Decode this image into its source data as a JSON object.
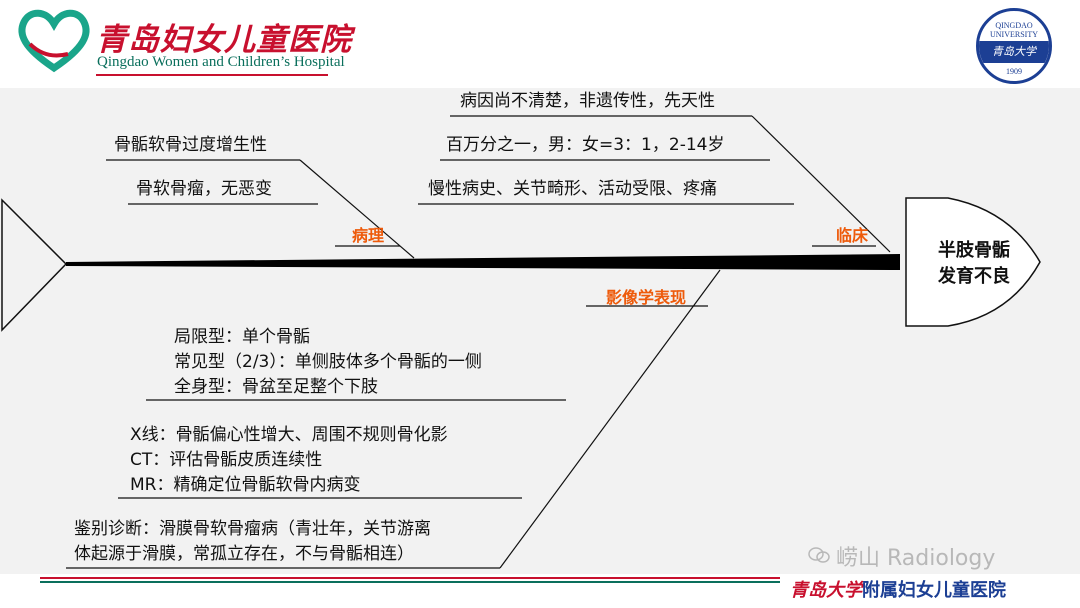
{
  "header": {
    "logo_zh": "青岛妇女儿童医院",
    "logo_en": "Qingdao Women and Children’s Hospital",
    "seal_top": "QINGDAO UNIVERSITY",
    "seal_mid": "青岛大学",
    "seal_year": "1909"
  },
  "diagram": {
    "head": {
      "line1": "半肢骨骺",
      "line2": "发育不良"
    },
    "categories": {
      "pathology": "病理",
      "clinical": "临床",
      "imaging": "影像学表现"
    },
    "pathology_items": [
      "骨骺软骨过度增生性",
      "骨软骨瘤，无恶变"
    ],
    "clinical_items": [
      "病因尚不清楚，非遗传性，先天性",
      "百万分之一，男：女=3：1，2-14岁",
      "慢性病史、关节畸形、活动受限、疼痛"
    ],
    "imaging_types": [
      "局限型：单个骨骺",
      "常见型（2/3）：单侧肢体多个骨骺的一侧",
      "全身型：骨盆至足整个下肢"
    ],
    "imaging_modalities": [
      "X线：骨骺偏心性增大、周围不规则骨化影",
      "CT：评估骨骺皮质连续性",
      "MR：精确定位骨骺软骨内病变"
    ],
    "differential": [
      "鉴别诊断：滑膜骨软骨瘤病（青壮年，关节游离",
      "体起源于滑膜，常孤立存在，不与骨骺相连）"
    ]
  },
  "footer": {
    "university": "青岛大学",
    "affiliate": "附属妇女儿童医院",
    "watermark": "崂山 Radiology"
  },
  "colors": {
    "accent_red": "#c8102e",
    "accent_green": "#0a6f5c",
    "category_orange": "#ee5a0a",
    "navy": "#1c3f94"
  }
}
